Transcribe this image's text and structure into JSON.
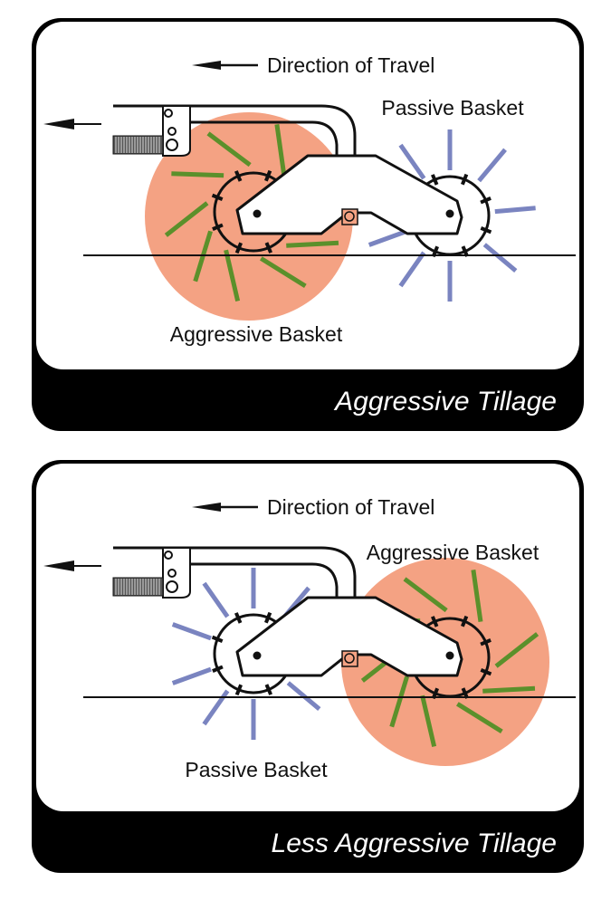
{
  "colors": {
    "aggressive_zone": "#f4a283",
    "aggressive_tine": "#5b902b",
    "passive_tine": "#7a84c0",
    "frame": "#111111",
    "band": "#000000"
  },
  "panels": [
    {
      "title": "Aggressive Tillage",
      "direction_label": "Direction of Travel",
      "front_basket": {
        "label": "Aggressive Basket",
        "type": "aggressive"
      },
      "rear_basket": {
        "label": "Passive Basket",
        "type": "passive"
      }
    },
    {
      "title": "Less Aggressive Tillage",
      "direction_label": "Direction of Travel",
      "front_basket": {
        "label": "Passive Basket",
        "type": "passive"
      },
      "rear_basket": {
        "label": "Aggressive Basket",
        "type": "aggressive"
      }
    }
  ]
}
